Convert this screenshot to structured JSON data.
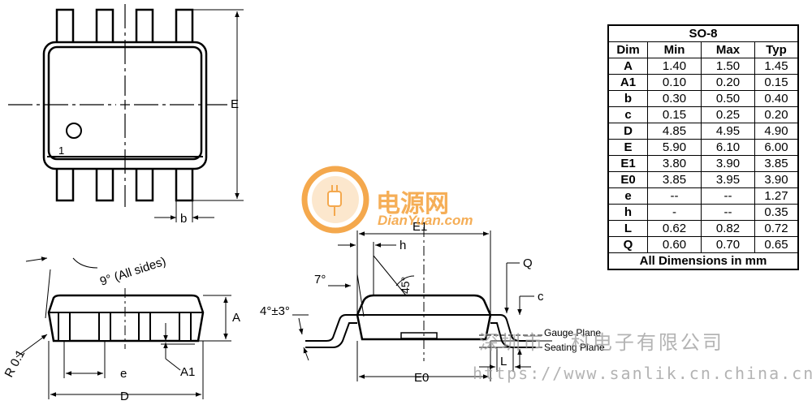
{
  "labels": {
    "E": "E",
    "b": "b",
    "pin1": "1",
    "nine_deg": "9° (All sides)",
    "A": "A",
    "A1": "A1",
    "e": "e",
    "D": "D",
    "R": "R 0.1",
    "E1": "E1",
    "h": "h",
    "Q": "Q",
    "c": "c",
    "seven_deg": "7°",
    "four_deg": "4°±3°",
    "forty_five": "45°",
    "gauge": "Gauge Plane",
    "seating": "Seating Plane",
    "L": "L",
    "E0": "E0"
  },
  "table": {
    "title": "SO-8",
    "headers": [
      "Dim",
      "Min",
      "Max",
      "Typ"
    ],
    "rows": [
      [
        "A",
        "1.40",
        "1.50",
        "1.45"
      ],
      [
        "A1",
        "0.10",
        "0.20",
        "0.15"
      ],
      [
        "b",
        "0.30",
        "0.50",
        "0.40"
      ],
      [
        "c",
        "0.15",
        "0.25",
        "0.20"
      ],
      [
        "D",
        "4.85",
        "4.95",
        "4.90"
      ],
      [
        "E",
        "5.90",
        "6.10",
        "6.00"
      ],
      [
        "E1",
        "3.80",
        "3.90",
        "3.85"
      ],
      [
        "E0",
        "3.85",
        "3.95",
        "3.90"
      ],
      [
        "e",
        "--",
        "--",
        "1.27"
      ],
      [
        "h",
        "-",
        "--",
        "0.35"
      ],
      [
        "L",
        "0.62",
        "0.82",
        "0.72"
      ],
      [
        "Q",
        "0.60",
        "0.70",
        "0.65"
      ]
    ],
    "footer": "All Dimensions in mm"
  },
  "watermark": {
    "logo_cn": "电源网",
    "logo_en": "DianYuan.com",
    "company_cn": "深圳市...科电子有限公司",
    "url": "https://www.sanlik.cn.china.cn"
  },
  "colors": {
    "logo_orange": "#f39a2e",
    "watermark_grey": "#9a9a9a"
  }
}
